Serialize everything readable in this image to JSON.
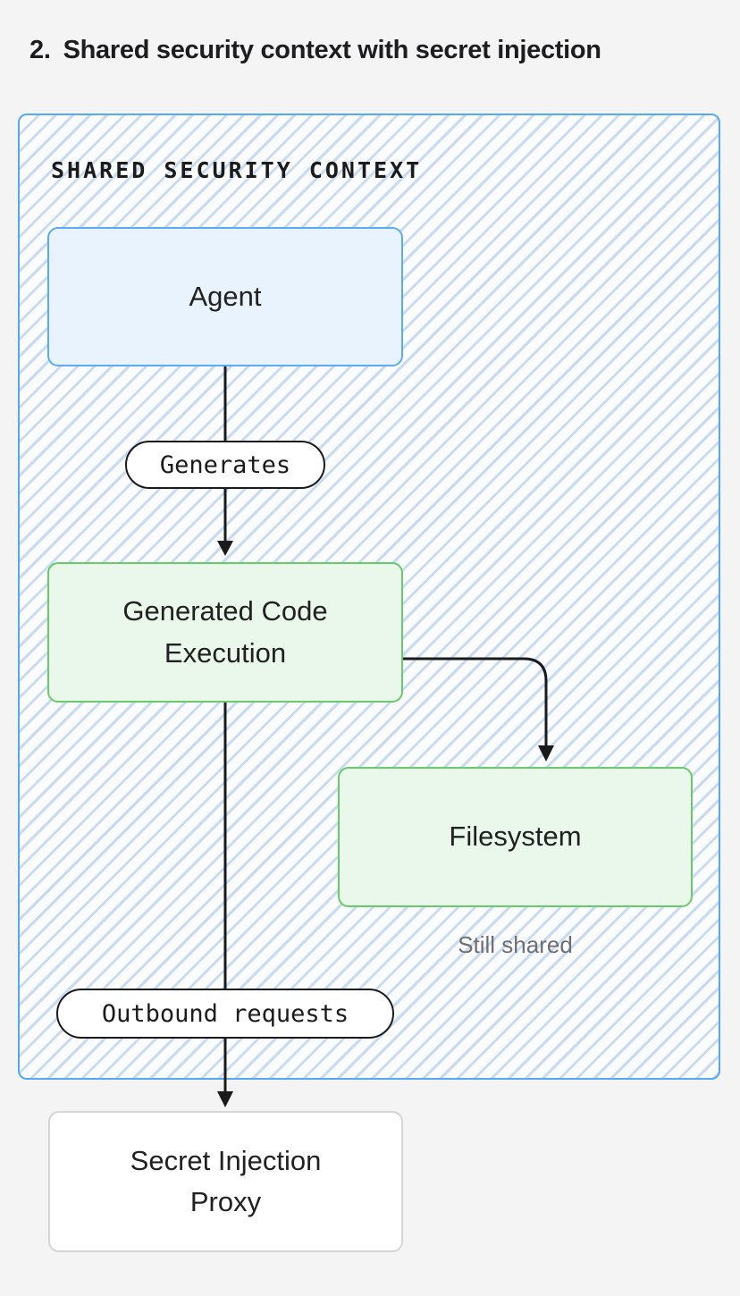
{
  "heading": {
    "number": "2.",
    "text": "Shared security context with secret injection"
  },
  "diagram": {
    "container": {
      "label": "SHARED SECURITY CONTEXT",
      "border_color": "#55a8f1",
      "hatch_stripe_color": "#c9dbf3",
      "hatch_background": "#fbfcfe"
    },
    "nodes": {
      "agent": {
        "label": "Agent",
        "fill": "#e9f3fd",
        "border": "#5babf3"
      },
      "generated_code_execution": {
        "label": "Generated Code Execution",
        "fill": "#eaf8eb",
        "border": "#68ca68"
      },
      "filesystem": {
        "label": "Filesystem",
        "fill": "#eaf8eb",
        "border": "#68ca68"
      },
      "secret_injection_proxy": {
        "label": "Secret Injection Proxy",
        "fill": "#ffffff",
        "border": "#d5d5d5"
      }
    },
    "edge_labels": {
      "generates": "Generates",
      "outbound_requests": "Outbound requests"
    },
    "annotations": {
      "still_shared": "Still shared"
    },
    "edges": [
      {
        "from": "agent",
        "to": "generated_code_execution",
        "label": "Generates"
      },
      {
        "from": "generated_code_execution",
        "to": "filesystem",
        "label": ""
      },
      {
        "from": "generated_code_execution",
        "to": "secret_injection_proxy",
        "label": "Outbound requests"
      }
    ],
    "arrow_color": "#1b1b1b",
    "page_background": "#f4f4f5"
  }
}
